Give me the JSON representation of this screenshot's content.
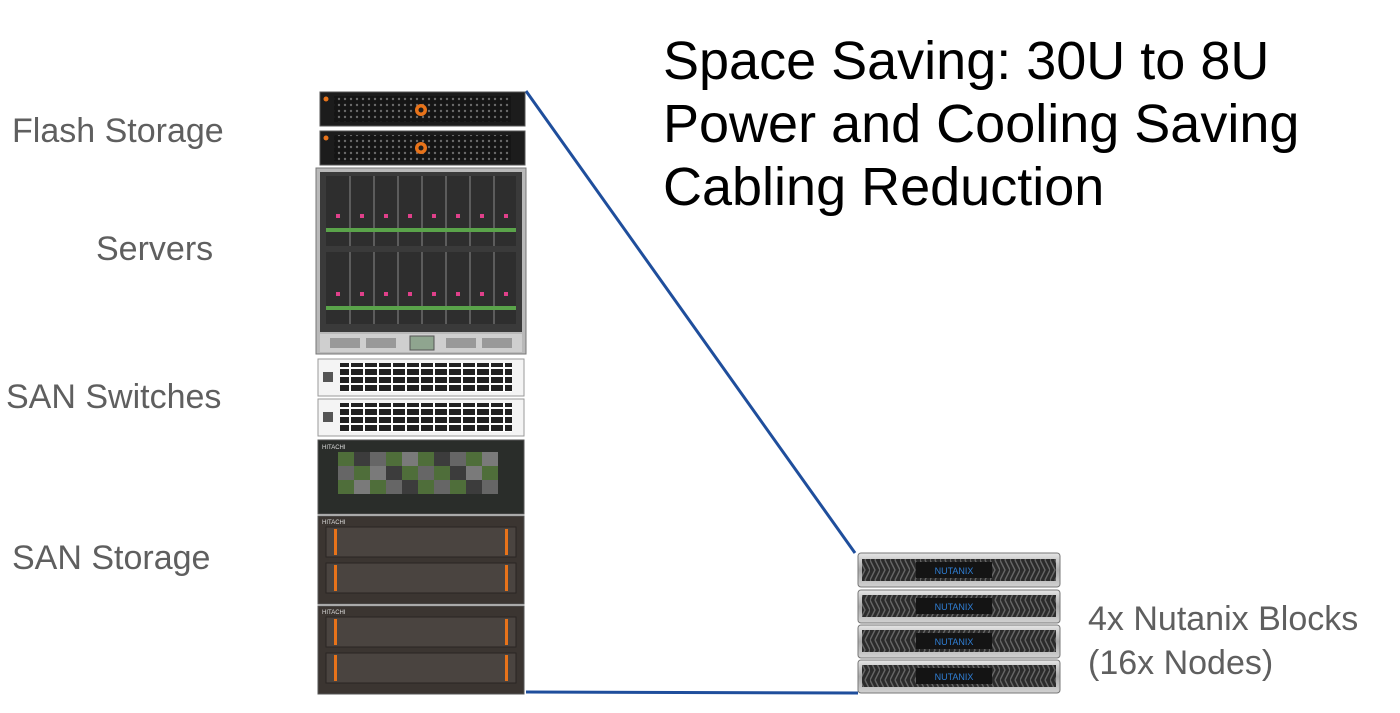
{
  "labels": {
    "flash_storage": "Flash Storage",
    "servers": "Servers",
    "san_switches": "SAN Switches",
    "san_storage": "SAN Storage"
  },
  "headline": {
    "line1": "Space Saving: 30U to 8U",
    "line2": "Power and Cooling Saving",
    "line3": "Cabling Reduction"
  },
  "nutanix": {
    "line1": "4x Nutanix Blocks",
    "line2": "(16x Nodes)",
    "brand_text": "NUTANIX"
  },
  "vendor_text": "HITACHI",
  "colors": {
    "connector_line": "#1f4e9c",
    "label_gray": "#5f5f5f",
    "flash_accent": "#e8731a",
    "nutanix_accent": "#2f7fd6"
  }
}
